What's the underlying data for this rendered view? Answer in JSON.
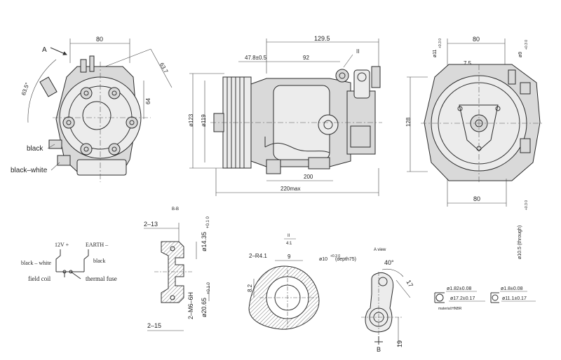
{
  "front_view": {
    "dim_width": "80",
    "dim_angle_left": "63.5°",
    "dim_angle_right": "63.7",
    "dim_height": "64",
    "arrow_label": "A",
    "label_black": "black",
    "label_black_white": "black–white"
  },
  "side_view": {
    "dim_top": "129.5",
    "dim_offset": "47.8±0.5",
    "dim_92": "92",
    "detail_ref": "II",
    "dim_d123": "ø123",
    "dim_d119": "ø119",
    "dim_200": "200",
    "dim_220": "220max"
  },
  "rear_view": {
    "dim_top": "80",
    "dim_hole_left": "ø11",
    "dim_hole_left_tol": "+0.3\n0",
    "dim_7_5": "7.5",
    "dim_hole_right": "ø9",
    "dim_hole_right_tol": "+0.3\n0",
    "dim_128": "128",
    "dim_bottom": "80",
    "dim_through": "ø10.5 (through)",
    "dim_through_tol": "+0.3\n0"
  },
  "section_bb": {
    "title": "B-B",
    "dim_2_13": "2–13",
    "dim_d14": "ø14.35",
    "dim_d14_tol": "+0.1\n0",
    "dim_thread": "2–M6–6H",
    "dim_d20": "ø20.65",
    "dim_d20_tol": "+0.1\n0",
    "dim_2_15": "2–15"
  },
  "wiring": {
    "label_12v": "12V +",
    "label_earth": "EARTH –",
    "label_black_white": "black – white",
    "label_black": "black",
    "label_field_coil": "field coil",
    "label_thermal_fuse": "thermal fuse"
  },
  "detail_ii": {
    "title": "II",
    "scale": "4:1",
    "dim_r": "2–R4.1",
    "dim_9": "9",
    "dim_d10": "ø10",
    "dim_d10_tol": "+0.3\n0",
    "dim_depth": "(depth75)",
    "dim_8_2": "8.2"
  },
  "a_view": {
    "title": "A view",
    "dim_angle": "40°",
    "dim_17": "17",
    "dim_19": "19",
    "section_mark": "B"
  },
  "orings": {
    "left_d1": "ø1.82±0.08",
    "left_d2": "ø17.2±0.17",
    "right_d1": "ø1.8±0.08",
    "right_d2": "ø11.1±0.17",
    "material": "material:HNBR"
  }
}
